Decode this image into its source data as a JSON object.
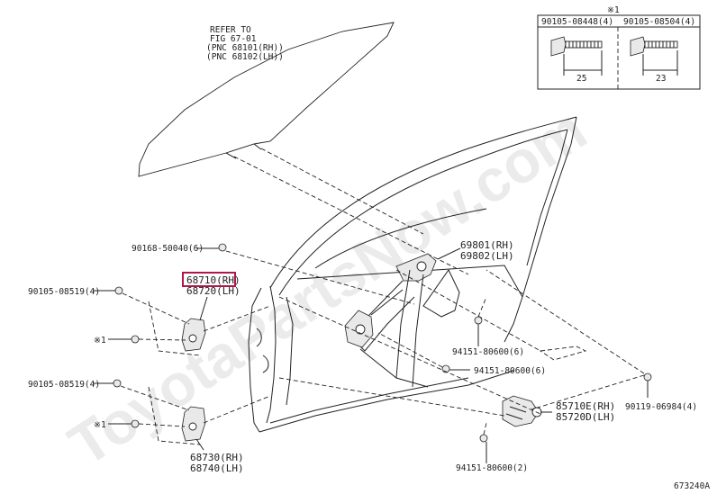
{
  "watermark": "ToyotaPartsNow.com",
  "diagram_id": "673240A",
  "refer": {
    "line1": "REFER TO",
    "line2": "FIG 67-01",
    "line3": "(PNC 68101(RH))",
    "line4": "(PNC 68102(LH))"
  },
  "bolt_box": {
    "mark": "※1",
    "bolt_a": "90105-08448(4)",
    "bolt_b": "90105-08504(4)",
    "len_a": "25",
    "len_b": "23"
  },
  "labels": {
    "p90168": "90168-50040(6)",
    "p69801": "69801(RH)",
    "p69802": "69802(LH)",
    "p68710": "68710(RH)",
    "p68720": "68720(LH)",
    "p90105_top": "90105-08519(4)",
    "mark1_top": "※1",
    "p94151_a": "94151-80600(6)",
    "p94151_b": "94151-80600(6)",
    "p90105_bot": "90105-08519(4)",
    "p85710": "85710E(RH)",
    "p85720": "85720D(LH)",
    "p90119": "90119-06984(4)",
    "mark1_bot": "※1",
    "p68730": "68730(RH)",
    "p68740": "68740(LH)",
    "p94151_c": "94151-80600(2)"
  },
  "highlight_color": "#b0164b"
}
